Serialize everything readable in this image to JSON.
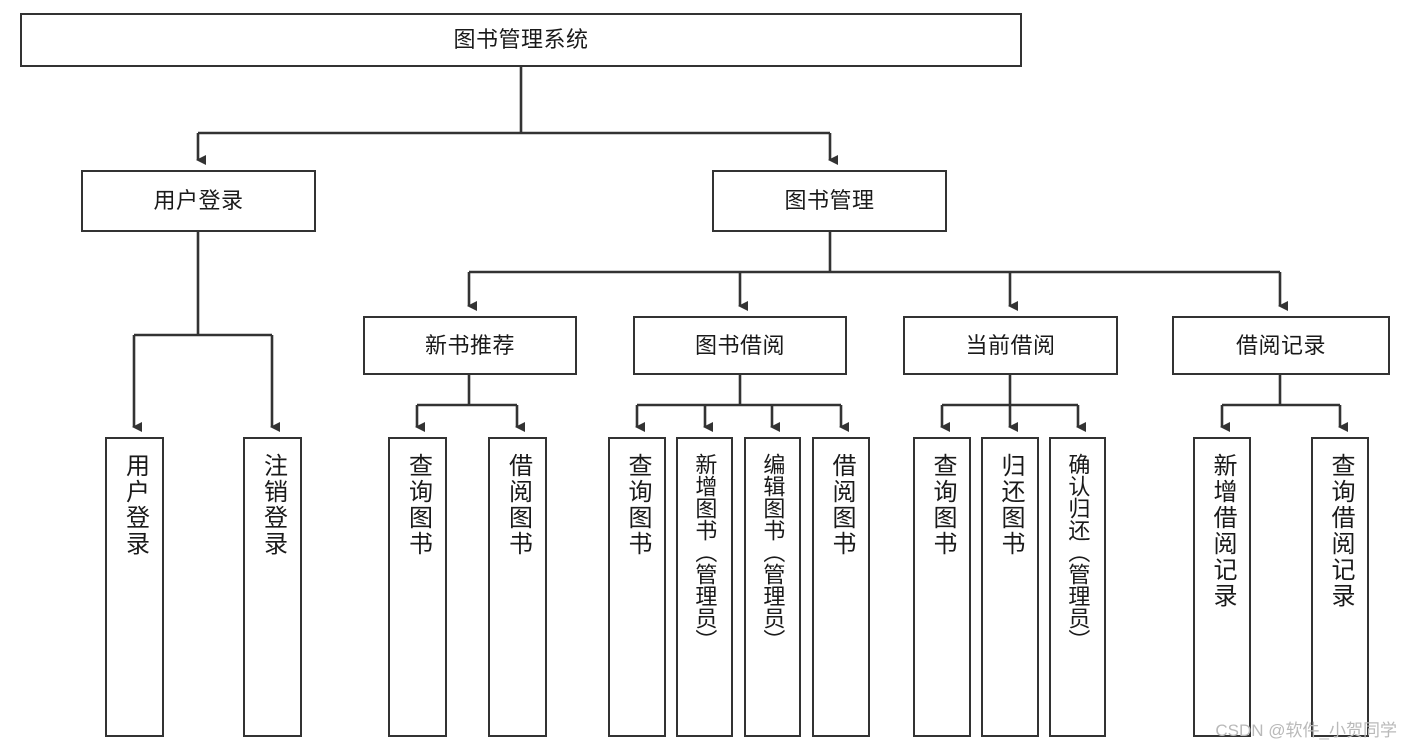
{
  "diagram": {
    "title": "图书管理系统",
    "type": "tree-hierarchy",
    "watermark": "CSDN @软件_小贺同学",
    "root": {
      "id": "root",
      "label": "图书管理系统"
    },
    "level2": [
      {
        "id": "user-login",
        "label": "用户登录"
      },
      {
        "id": "book-manage",
        "label": "图书管理"
      }
    ],
    "level3": [
      {
        "id": "new-book-recommend",
        "label": "新书推荐"
      },
      {
        "id": "book-borrow",
        "label": "图书借阅"
      },
      {
        "id": "current-borrow",
        "label": "当前借阅"
      },
      {
        "id": "borrow-record",
        "label": "借阅记录"
      }
    ],
    "leaves": {
      "user_login": [
        {
          "id": "leaf-user-login",
          "label": "用户登录"
        },
        {
          "id": "leaf-logout-login",
          "label": "注销登录"
        }
      ],
      "new_book_recommend": [
        {
          "id": "leaf-query-book-1",
          "label": "查询图书"
        },
        {
          "id": "leaf-borrow-book-1",
          "label": "借阅图书"
        }
      ],
      "book_borrow": [
        {
          "id": "leaf-query-book-2",
          "label": "查询图书"
        },
        {
          "id": "leaf-add-book",
          "label": "新增图书（管理员）"
        },
        {
          "id": "leaf-edit-book",
          "label": "编辑图书（管理员）"
        },
        {
          "id": "leaf-borrow-book-2",
          "label": "借阅图书"
        }
      ],
      "current_borrow": [
        {
          "id": "leaf-query-book-3",
          "label": "查询图书"
        },
        {
          "id": "leaf-return-book",
          "label": "归还图书"
        },
        {
          "id": "leaf-confirm-return",
          "label": "确认归还（管理员）"
        }
      ],
      "borrow_record": [
        {
          "id": "leaf-add-record",
          "label": "新增借阅记录"
        },
        {
          "id": "leaf-query-record",
          "label": "查询借阅记录"
        }
      ]
    },
    "colors": {
      "stroke": "#333333",
      "fill": "#ffffff",
      "text": "#1a1a1a",
      "watermark": "#b9b9b9"
    }
  }
}
